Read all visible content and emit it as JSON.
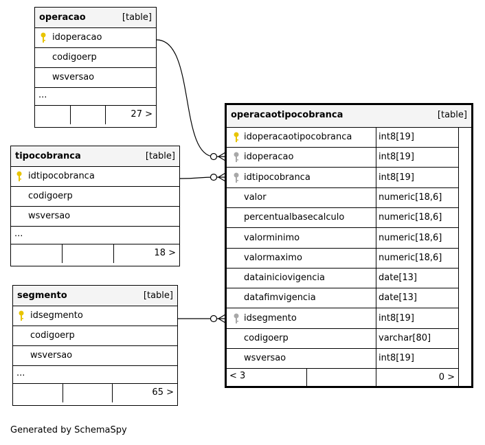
{
  "tables": {
    "operacao": {
      "name": "operacao",
      "type": "[table]",
      "columns": [
        {
          "name": "idoperacao",
          "key": "primary"
        },
        {
          "name": "codigoerp",
          "key": "none"
        },
        {
          "name": "wsversao",
          "key": "none"
        }
      ],
      "ellipsis": "...",
      "rows_count": "27 >"
    },
    "tipocobranca": {
      "name": "tipocobranca",
      "type": "[table]",
      "columns": [
        {
          "name": "idtipocobranca",
          "key": "primary"
        },
        {
          "name": "codigoerp",
          "key": "none"
        },
        {
          "name": "wsversao",
          "key": "none"
        }
      ],
      "ellipsis": "...",
      "rows_count": "18 >"
    },
    "segmento": {
      "name": "segmento",
      "type": "[table]",
      "columns": [
        {
          "name": "idsegmento",
          "key": "primary"
        },
        {
          "name": "codigoerp",
          "key": "none"
        },
        {
          "name": "wsversao",
          "key": "none"
        }
      ],
      "ellipsis": "...",
      "rows_count": "65 >"
    },
    "operacaotipocobranca": {
      "name": "operacaotipocobranca",
      "type": "[table]",
      "columns": [
        {
          "name": "idoperacaotipocobranca",
          "type": "int8[19]",
          "key": "primary"
        },
        {
          "name": "idoperacao",
          "type": "int8[19]",
          "key": "foreign"
        },
        {
          "name": "idtipocobranca",
          "type": "int8[19]",
          "key": "foreign"
        },
        {
          "name": "valor",
          "type": "numeric[18,6]",
          "key": "none"
        },
        {
          "name": "percentualbasecalculo",
          "type": "numeric[18,6]",
          "key": "none"
        },
        {
          "name": "valorminimo",
          "type": "numeric[18,6]",
          "key": "none"
        },
        {
          "name": "valormaximo",
          "type": "numeric[18,6]",
          "key": "none"
        },
        {
          "name": "datainiciovigencia",
          "type": "date[13]",
          "key": "none"
        },
        {
          "name": "datafimvigencia",
          "type": "date[13]",
          "key": "none"
        },
        {
          "name": "idsegmento",
          "type": "int8[19]",
          "key": "foreign"
        },
        {
          "name": "codigoerp",
          "type": "varchar[80]",
          "key": "none"
        },
        {
          "name": "wsversao",
          "type": "int8[19]",
          "key": "none"
        }
      ],
      "parents": "< 3",
      "rows_count": "0 >"
    }
  },
  "colors": {
    "primary_key": "#e8c400",
    "foreign_key": "#a8a8a8",
    "header_bg": "#f4f4f4"
  },
  "icons": {
    "primary_key": "key-icon",
    "foreign_key": "key-icon"
  },
  "footer_caption": "Generated by SchemaSpy"
}
